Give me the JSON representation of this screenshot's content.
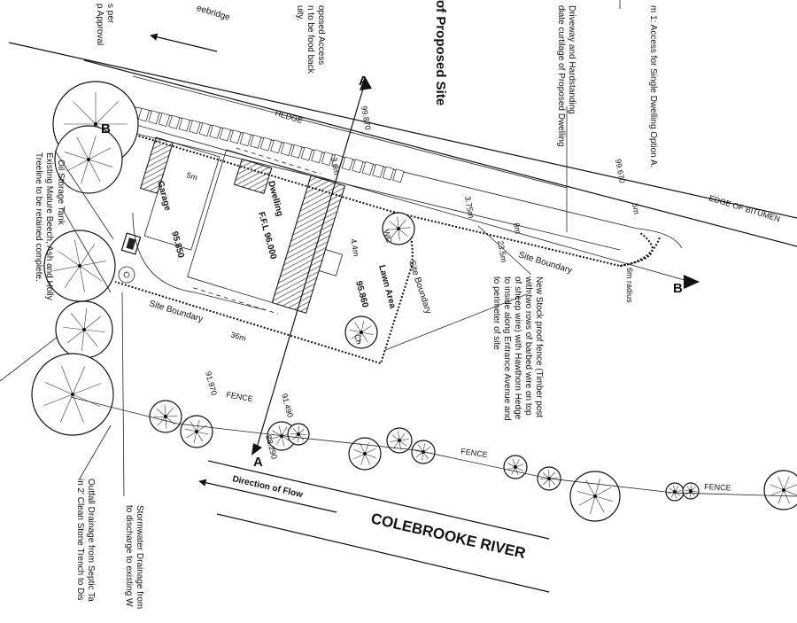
{
  "header": {
    "top_note_a": "s per",
    "top_note_b": "p Approval",
    "top_note_bridge": "eebridge",
    "top_access_1": "oposed Access",
    "top_access_2": "n to be food back",
    "top_access_3": "uity.",
    "title": "of Proposed Site",
    "item_1": "m 1: Access for Single Dwelling Option A.",
    "item_2": "Driveway and Hardstanding",
    "item_3": "diate curtilage of Proposed Dwelling"
  },
  "site": {
    "section_a_top": "A",
    "section_a_bottom": "A",
    "section_b_left": "B",
    "section_b_right": "B",
    "hedge": "HEDGE",
    "level_99870": "99.870",
    "level_99670": "99.670",
    "edge_bitumen": "EDGE OF BITUMEN",
    "dim_5m_right": "5m",
    "dim_3_6m": "3.6m",
    "dim_5m_left": "5m",
    "dim_3_75m": "3.75m",
    "dim_23_5m": "23.5m",
    "dim_8m": "8m",
    "dim_4_4m": "4.4m",
    "dim_36m": "36m",
    "radius_label": "6m radius",
    "site_boundary_top": "Site Boundary",
    "site_boundary_side": "Site Boundary",
    "site_boundary_bottom": "Site Boundary",
    "garage": "Garage",
    "dwelling": "Dwelling",
    "ffl": "F.F.L 96.000",
    "lawn": "Lawn Area",
    "level_95850": "95.850",
    "level_95860": "95.860",
    "level_91970": "91.970",
    "level_91490": "91.490",
    "level_88290": "88.290",
    "wc_label": "WC",
    "ch_label": "Ch",
    "fence_1": "FENCE",
    "fence_2": "FENCE",
    "fence_3": "FENCE",
    "flow": "Direction of Flow",
    "river": "COLEBROOKE RIVER"
  },
  "notes": {
    "oil_tank": "Oil Storage Tank",
    "beech_1": "Existing Mature Beech, Ash and Holly",
    "beech_2": "Treeline to be retained complete.",
    "fence_note_1": "New Stock proof fence (Timber post",
    "fence_note_2": "with two rows of barbed wire on top",
    "fence_note_3": "of sheep wire) with Hawthorn Hedge",
    "fence_note_4": "to inside along Entrance Avenue and",
    "fence_note_5": "to perimeter of site",
    "storm_1": "Stormwater Drainage from",
    "storm_2": "to discharge to existing W",
    "outfall_1": "Outfall Drainage from Septic Ta",
    "outfall_2": "in 2' Clean Stone Trench to Dis"
  }
}
